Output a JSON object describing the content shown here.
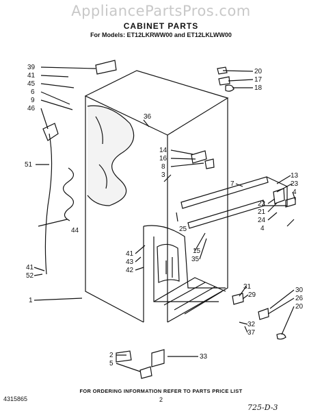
{
  "watermark": "AppliancePartsPros.com",
  "title": "CABINET PARTS",
  "subtitle": "For Models: ET12LKRWW00 and ET12LKLWW00",
  "footer_note": "FOR ORDERING INFORMATION REFER TO PARTS PRICE LIST",
  "page_number": "2",
  "document_code": "4315865",
  "handwritten_ref": "725-D-3",
  "callouts": [
    "39",
    "41",
    "45",
    "6",
    "9",
    "46",
    "51",
    "44",
    "36",
    "14",
    "16",
    "8",
    "3",
    "20",
    "17",
    "18",
    "13",
    "23",
    "4",
    "7",
    "22",
    "21",
    "24",
    "4",
    "25",
    "15",
    "35",
    "41",
    "43",
    "42",
    "41",
    "52",
    "1",
    "31",
    "29",
    "32",
    "37",
    "30",
    "26",
    "20",
    "2",
    "5",
    "33"
  ]
}
